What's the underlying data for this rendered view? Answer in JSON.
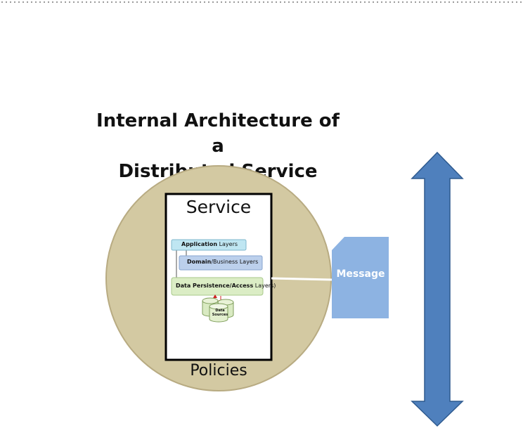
{
  "title_line1": "Internal Architecture of a",
  "title_line2": "Distributed Service",
  "service_label": "Service",
  "policies_label": "Policies",
  "layers": {
    "application": {
      "bold": "Application",
      "rest": " Layers"
    },
    "domain": {
      "bold": "Domain",
      "rest": "/Business Layers"
    },
    "data": {
      "bold": "Data Persistence/Access",
      "rest": " Layers)"
    }
  },
  "data_sources": {
    "line1": "Data",
    "line2": "Sources"
  },
  "message_label": "Message",
  "colors": {
    "circle_fill": "#d3c9a2",
    "circle_stroke": "#b8ab82",
    "arrow_fill": "#4f80bd",
    "arrow_stroke": "#2e5a8f",
    "message_fill": "#8db3e2",
    "app_layer_fill": "#bfe6f2",
    "domain_layer_fill": "#bcd0ec",
    "data_layer_fill": "#dbedc5"
  }
}
